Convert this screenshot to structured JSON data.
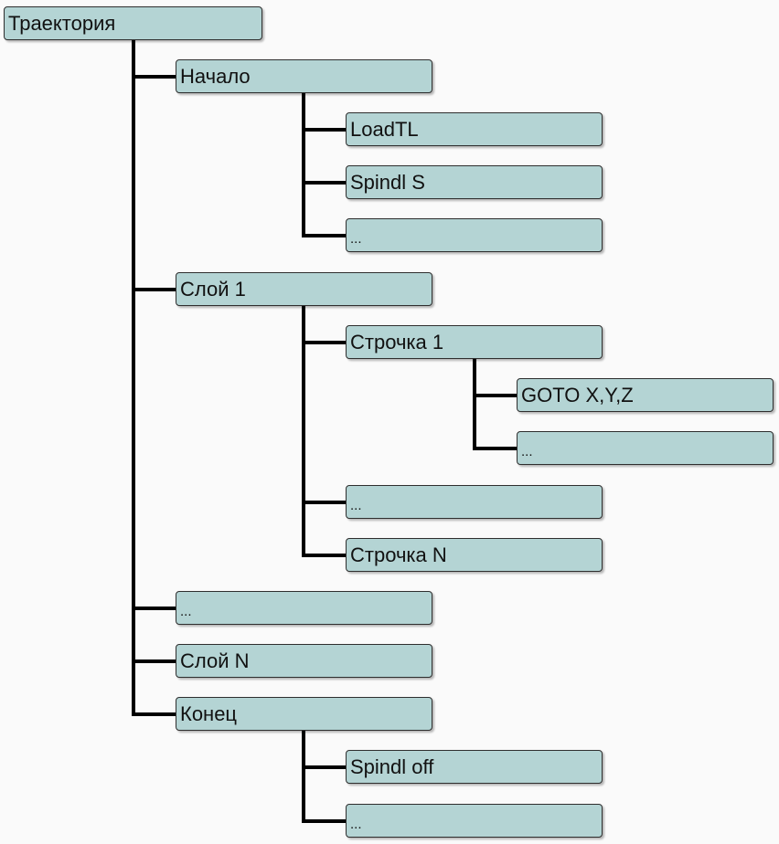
{
  "tree": {
    "root": "Траектория",
    "start": {
      "label": "Начало",
      "children": [
        "LoadTL",
        "Spindl S",
        "..."
      ]
    },
    "layer1": {
      "label": "Слой 1",
      "row1": {
        "label": "Строчка 1",
        "children": [
          "GOTO X,Y,Z",
          "..."
        ]
      },
      "ellipsis": "...",
      "rowN": "Строчка N"
    },
    "ellipsis": "...",
    "layerN": "Слой N",
    "end": {
      "label": "Конец",
      "children": [
        "Spindl off",
        "..."
      ]
    }
  },
  "colors": {
    "node_fill": "#b4d4d4",
    "node_border": "#2e2e2e",
    "connector": "#000000"
  }
}
